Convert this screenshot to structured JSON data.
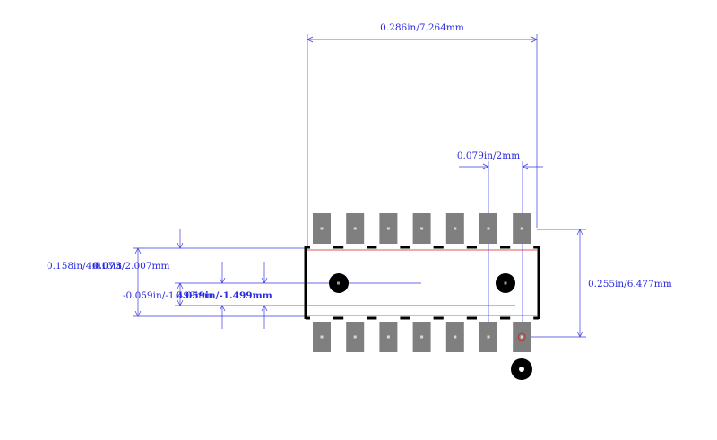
{
  "dimensions": {
    "overall_width": "0.286in/7.264mm",
    "pad_pitch": "0.079in/2mm",
    "body_length": "0.255in/6.477mm",
    "left_a": "0.158in/4.013in/2.007mm",
    "left_a_overlap": "0.073",
    "left_b": "-0.059in/-1.499mm",
    "left_b_overlap": "0.059in/-1.499mm"
  },
  "footprint": {
    "pads_per_row": 7,
    "rows": 2,
    "colors": {
      "pad": "#7f7f7f",
      "outline": "#000000",
      "courtyard": "#d02020",
      "dimension": "#3a3ae0"
    }
  }
}
